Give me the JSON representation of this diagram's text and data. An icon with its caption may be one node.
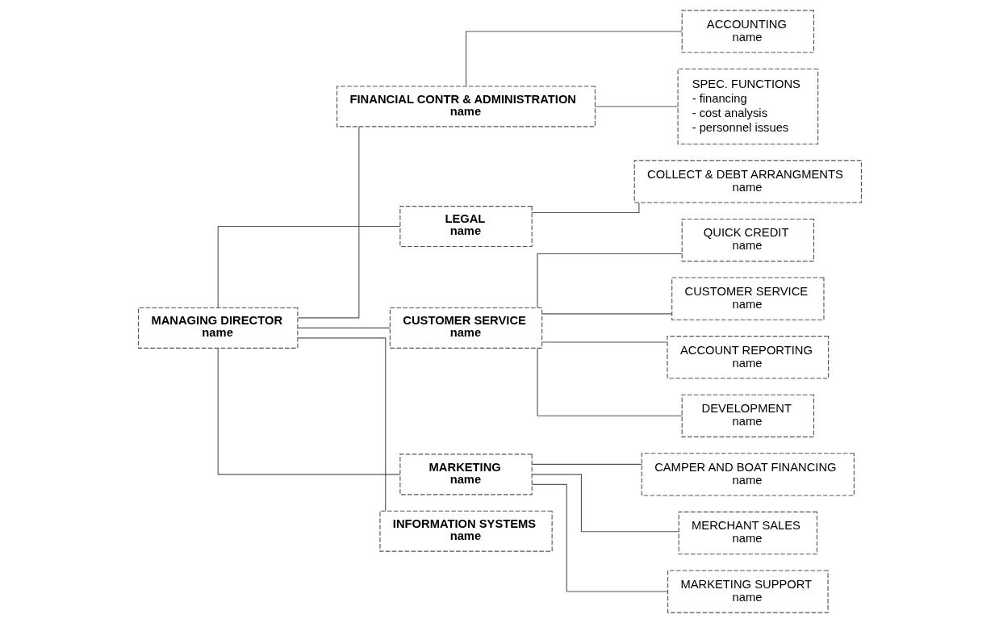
{
  "diagram": {
    "nodes": [
      {
        "text": [
          "MANAGING DIRECTOR",
          "name"
        ]
      },
      {
        "text": [
          "FINANCIAL CONTR & ADMINISTRATION",
          "name"
        ]
      },
      {
        "text": [
          "ACCOUNTING",
          "name"
        ]
      },
      {
        "text": [
          "SPEC. FUNCTIONS",
          "- financing",
          "- cost analysis",
          "- personnel issues"
        ]
      },
      {
        "text": [
          "LEGAL",
          "name"
        ]
      },
      {
        "text": [
          "COLLECT & DEBT ARRANGMENTS",
          "name"
        ]
      },
      {
        "text": [
          "CUSTOMER SERVICE",
          "name"
        ]
      },
      {
        "text": [
          "QUICK CREDIT",
          "name"
        ]
      },
      {
        "text": [
          "CUSTOMER SERVICE",
          "name"
        ]
      },
      {
        "text": [
          "ACCOUNT REPORTING",
          "name"
        ]
      },
      {
        "text": [
          "DEVELOPMENT",
          "name"
        ]
      },
      {
        "text": [
          "MARKETING",
          "name"
        ]
      },
      {
        "text": [
          "CAMPER AND BOAT FINANCING",
          "name"
        ]
      },
      {
        "text": [
          "MERCHANT SALES",
          "name"
        ]
      },
      {
        "text": [
          "MARKETING SUPPORT",
          "name"
        ]
      },
      {
        "text": [
          "INFORMATION SYSTEMS",
          "name"
        ]
      }
    ],
    "edges": [
      {
        "from": 0,
        "to": 1,
        "arrow": "none"
      },
      {
        "from": 0,
        "to": 4,
        "arrow": "none"
      },
      {
        "from": 0,
        "to": 6,
        "arrow": "none"
      },
      {
        "from": 0,
        "to": 11,
        "arrow": "none"
      },
      {
        "from": 0,
        "to": 15,
        "arrow": "none"
      },
      {
        "from": 1,
        "to": 2,
        "arrow": "none"
      },
      {
        "from": 1,
        "to": 3,
        "arrow": "none"
      },
      {
        "from": 4,
        "to": 5,
        "arrow": "none"
      },
      {
        "from": 6,
        "to": 7,
        "arrow": "none"
      },
      {
        "from": 6,
        "to": 8,
        "arrow": "none"
      },
      {
        "from": 6,
        "to": 9,
        "arrow": "none"
      },
      {
        "from": 6,
        "to": 10,
        "arrow": "none"
      },
      {
        "from": 11,
        "to": 12,
        "arrow": "none"
      },
      {
        "from": 11,
        "to": 13,
        "arrow": "none"
      },
      {
        "from": 11,
        "to": 14,
        "arrow": "none"
      }
    ]
  }
}
